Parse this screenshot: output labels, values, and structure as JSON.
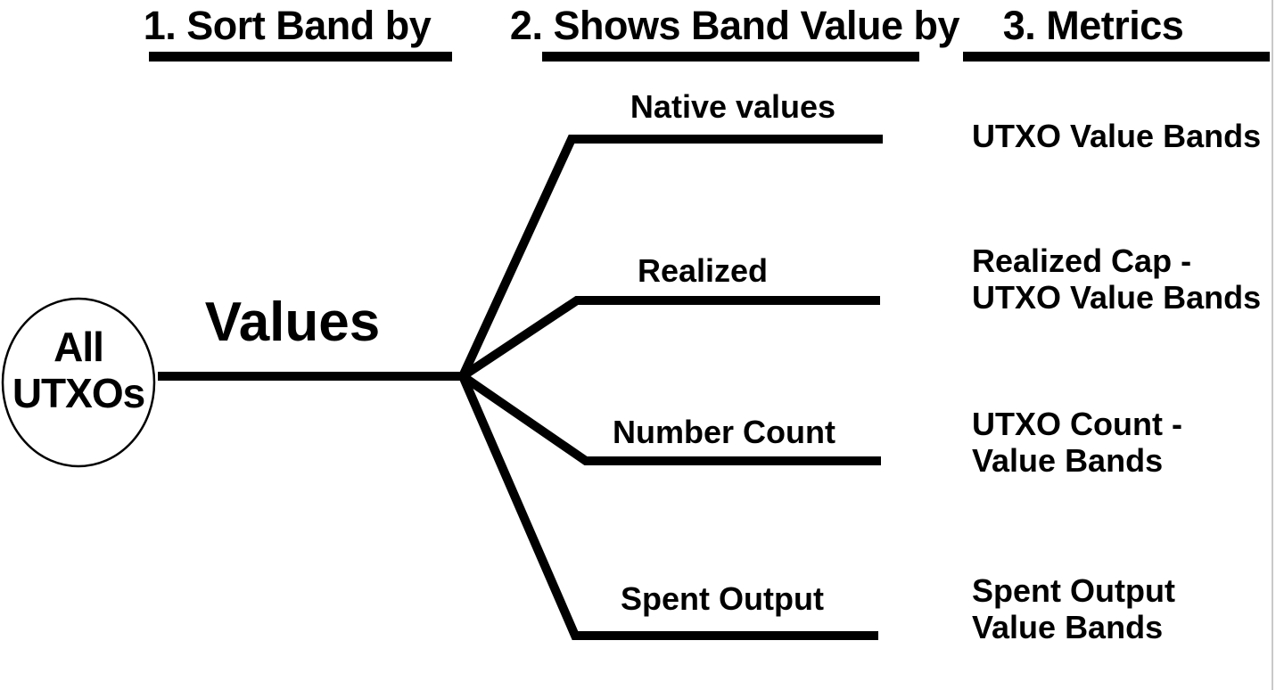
{
  "columns": [
    {
      "title": "1. Sort Band by"
    },
    {
      "title": "2. Shows Band Value by"
    },
    {
      "title": "3. Metrics"
    }
  ],
  "root_node": {
    "line1": "All",
    "line2": "UTXOs"
  },
  "sort_band_label": "Values",
  "branches": [
    {
      "label": "Native values",
      "metric_lines": [
        "UTXO Value Bands"
      ]
    },
    {
      "label": "Realized",
      "metric_lines": [
        "Realized Cap -",
        "UTXO Value Bands"
      ]
    },
    {
      "label": "Number Count",
      "metric_lines": [
        "UTXO Count -",
        "Value Bands"
      ]
    },
    {
      "label": "Spent Output",
      "metric_lines": [
        "Spent Output",
        "Value Bands"
      ]
    }
  ],
  "colors": {
    "line": "#000000",
    "background": "#ffffff",
    "edge_border": "#c9c9c9"
  }
}
